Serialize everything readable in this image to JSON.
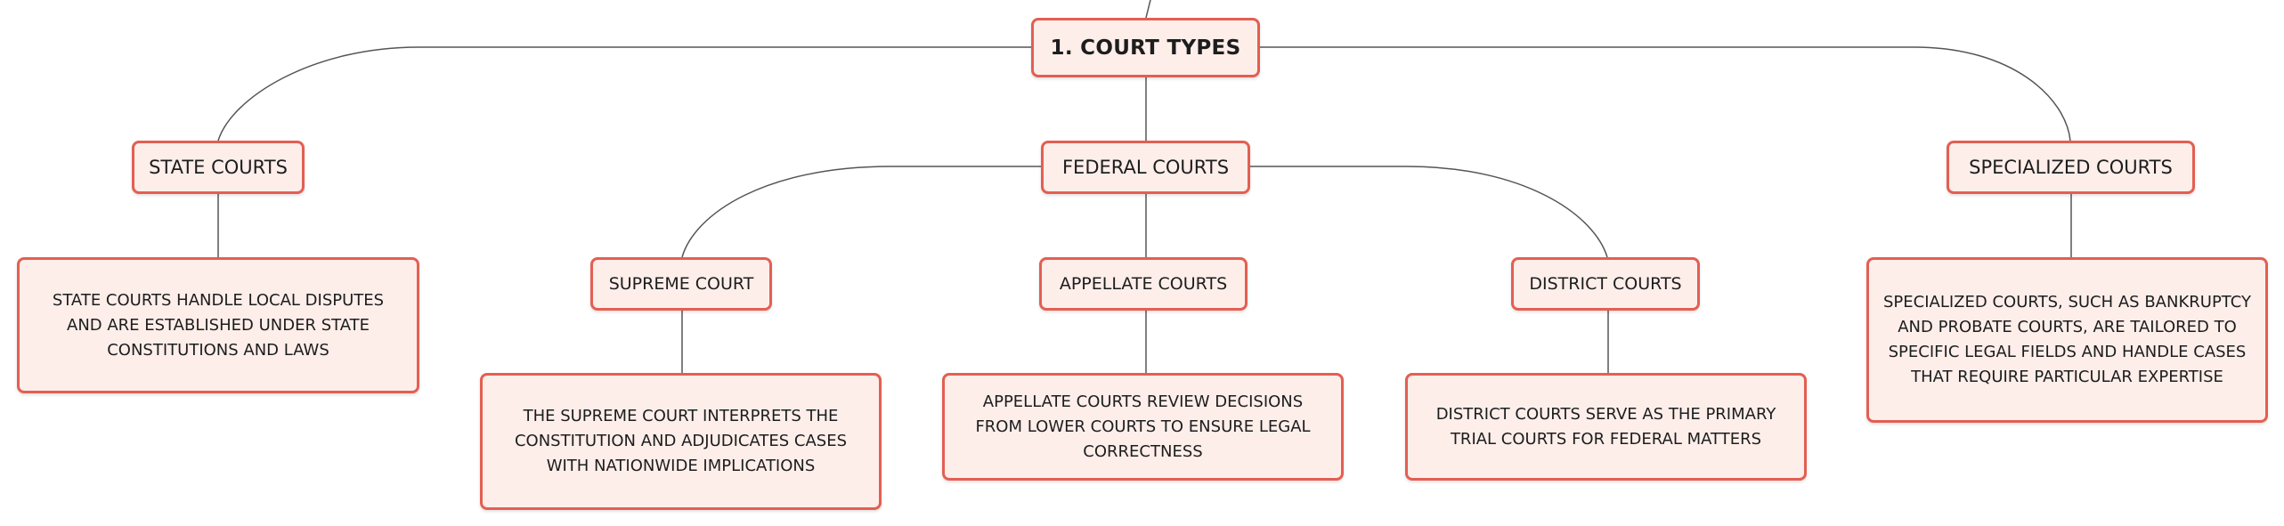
{
  "root": {
    "label": "1. COURT TYPES"
  },
  "state_courts": {
    "label": "STATE COURTS",
    "description": "STATE COURTS HANDLE LOCAL DISPUTES AND ARE ESTABLISHED UNDER STATE CONSTITUTIONS AND LAWS"
  },
  "federal_courts": {
    "label": "FEDERAL COURTS",
    "supreme": {
      "label": "SUPREME COURT",
      "description": "THE SUPREME COURT INTERPRETS THE CONSTITUTION AND ADJUDICATES CASES WITH NATIONWIDE IMPLICATIONS"
    },
    "appellate": {
      "label": "APPELLATE COURTS",
      "description": "APPELLATE COURTS REVIEW DECISIONS FROM LOWER COURTS TO ENSURE LEGAL CORRECTNESS"
    },
    "district": {
      "label": "DISTRICT COURTS",
      "description": "DISTRICT COURTS SERVE AS THE PRIMARY TRIAL COURTS FOR FEDERAL MATTERS"
    }
  },
  "specialized_courts": {
    "label": "SPECIALIZED COURTS",
    "description": "SPECIALIZED COURTS, SUCH AS BANKRUPTCY AND PROBATE COURTS, ARE TAILORED TO SPECIFIC LEGAL FIELDS AND HANDLE CASES THAT REQUIRE PARTICULAR EXPERTISE"
  },
  "colors": {
    "node_fill": "#fdeeea",
    "node_border": "#e35f52",
    "connector": "#555555",
    "text": "#1d1d1d"
  }
}
